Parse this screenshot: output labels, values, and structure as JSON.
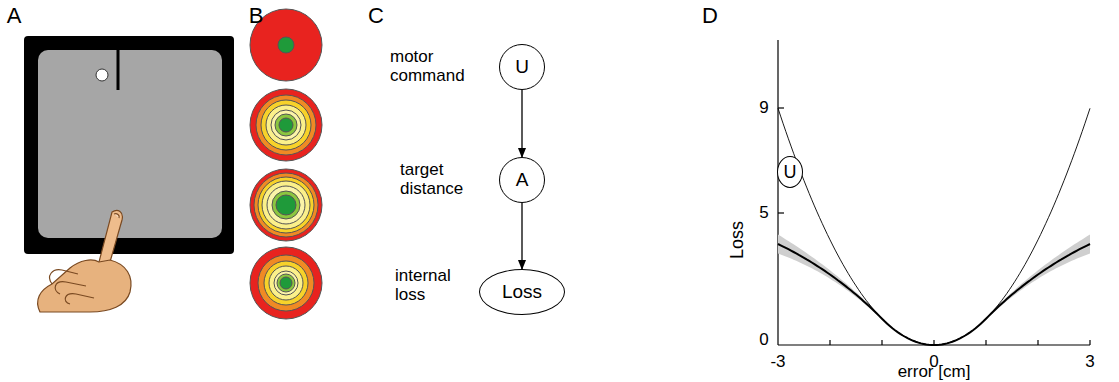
{
  "diagram": {
    "nodes": [
      {
        "text": [
          "U"
        ]
      },
      {
        "text": [
          "A"
        ]
      },
      {
        "text": [
          "Loss"
        ]
      },
      {
        "text": [
          "U"
        ]
      }
    ],
    "edges": [
      {
        "from": 0,
        "to": 1,
        "arrow": "to"
      },
      {
        "from": 1,
        "to": 2,
        "arrow": "to"
      }
    ],
    "labels": [
      "A",
      "B",
      "C",
      "D",
      "motor command",
      "target distance",
      "internal loss",
      "9",
      "5",
      "0",
      "-3",
      "0",
      "3",
      "Loss",
      "error [cm]"
    ]
  }
}
